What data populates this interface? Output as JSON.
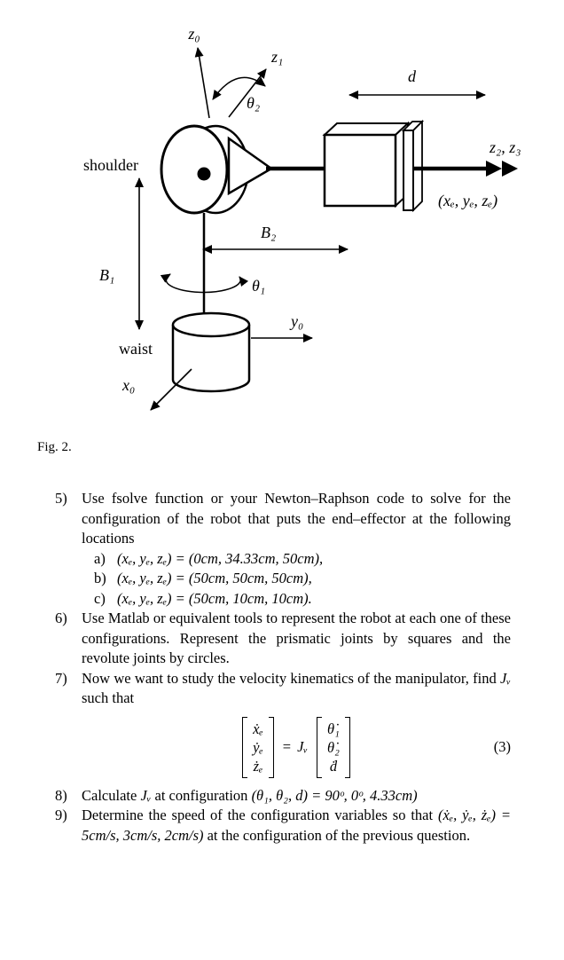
{
  "colors": {
    "ink": "#000000",
    "paper": "#ffffff"
  },
  "figure": {
    "caption": "Fig. 2.",
    "labels": {
      "z0": "z₀",
      "z1": "z₁",
      "theta2": "θ₂",
      "d": "d",
      "shoulder": "shoulder",
      "z23": "z₂, z₃",
      "endeffector": "(xₑ, yₑ, zₑ)",
      "B2": "B₂",
      "B1": "B₁",
      "theta1": "θ₁",
      "y0": "y₀",
      "waist": "waist",
      "x0": "x₀"
    }
  },
  "items": [
    {
      "num": "5)",
      "text": "Use fsolve function or your Newton–Raphson code to solve for the configuration of the robot that puts the end–effector at the following locations",
      "subs": [
        {
          "num": "a)",
          "text": "(xₑ, yₑ, zₑ) = (0cm, 34.33cm, 50cm),"
        },
        {
          "num": "b)",
          "text": "(xₑ, yₑ, zₑ) = (50cm, 50cm, 50cm),"
        },
        {
          "num": "c)",
          "text": "(xₑ, yₑ, zₑ) = (50cm, 10cm, 10cm)."
        }
      ]
    },
    {
      "num": "6)",
      "text": "Use Matlab or equivalent tools to represent the robot at each one of these configurations. Represent the prismatic joints by squares and the revolute joints by circles."
    },
    {
      "num": "7)",
      "text_pre": "Now we want to study the velocity kinematics of the manipulator, find ",
      "jv": "Jᵥ",
      "text_post": " such that",
      "equation": {
        "lhs": [
          "ẋₑ",
          "ẏₑ",
          "żₑ"
        ],
        "eq": "=",
        "jv": "Jᵥ",
        "rhs": [
          "θ̇₁",
          "θ̇₂",
          "ḋ"
        ],
        "number": "(3)"
      }
    },
    {
      "num": "8)",
      "seg1": "Calculate ",
      "jv": "Jᵥ",
      "seg2": " at configuration ",
      "math1": "(θ₁, θ₂, d) = ",
      "math2": "90ᵒ, 0ᵒ, 4.33cm)"
    },
    {
      "num": "9)",
      "seg1": "Determine the speed of the configuration variables so that ",
      "math1": "(ẋₑ, ẏₑ, żₑ) = 5cm/s, 3cm/s, 2cm/s)",
      "seg2": " at the configuration of the previous question."
    }
  ]
}
